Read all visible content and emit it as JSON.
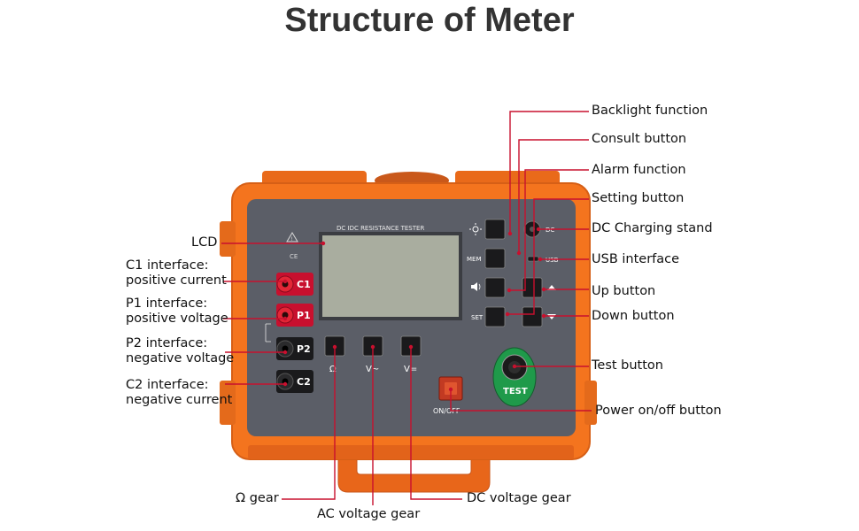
{
  "title": "Structure of Meter",
  "device": {
    "header": "DC IDC RESISTANCE TESTER",
    "keys": {
      "mem": "MEM",
      "set": "SET",
      "dc": "DC",
      "usb": "USB",
      "c1": "C1",
      "p1": "P1",
      "p2": "P2",
      "c2": "C2",
      "ohm": "Ω",
      "vac": "V~",
      "vdc": "V=",
      "test": "TEST",
      "onoff": "ON/OFF",
      "ce": "CE"
    }
  },
  "labels_right": {
    "backlight": "Backlight function",
    "consult": "Consult button",
    "alarm": "Alarm function",
    "setting": "Setting button",
    "dc_charging": "DC Charging stand",
    "usb": "USB interface",
    "up": "Up button",
    "down": "Down button",
    "test": "Test button",
    "power": "Power on/off button"
  },
  "labels_left": {
    "lcd": "LCD",
    "c1_line1": "C1 interface:",
    "c1_line2": "positive current",
    "p1_line1": "P1 interface:",
    "p1_line2": "positive voltage",
    "p2_line1": "P2 interface:",
    "p2_line2": "negative voltage",
    "c2_line1": "C2 interface:",
    "c2_line2": "negative current"
  },
  "labels_bottom": {
    "ohm_gear": "Ω gear",
    "ac_gear": "AC voltage gear",
    "dc_gear": "DC voltage gear"
  },
  "colors": {
    "case": "#f4741e",
    "panel": "#5b5e67",
    "lcd": "#a9ad9f",
    "leader": "#c8102e",
    "test_button": "#1f9a4a"
  }
}
